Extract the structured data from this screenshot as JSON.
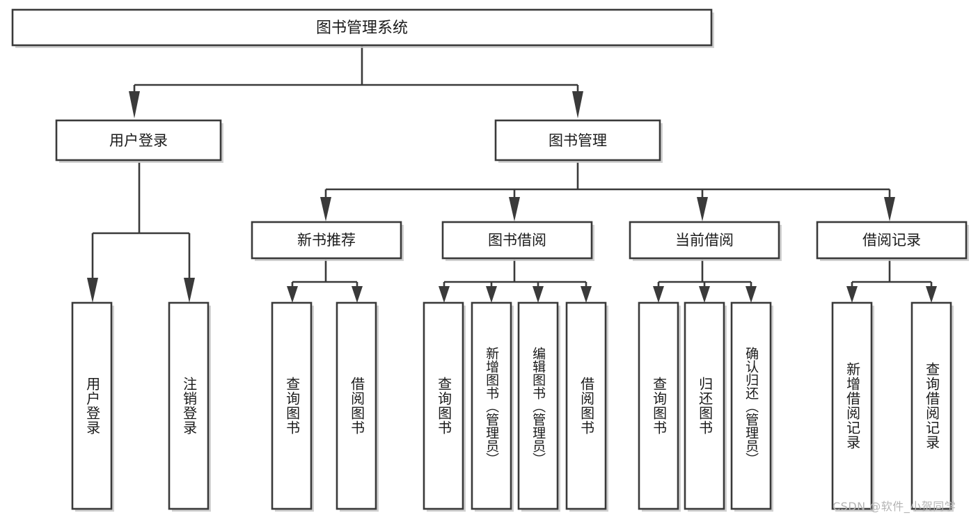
{
  "diagram": {
    "type": "tree",
    "title": "图书管理系统",
    "orientation": "top-down",
    "levels": 4
  },
  "root": {
    "label": "图书管理系统"
  },
  "level2": [
    {
      "id": "user-login",
      "label": "用户登录"
    },
    {
      "id": "book-manage",
      "label": "图书管理"
    }
  ],
  "level3": [
    {
      "id": "new-book-rec",
      "label": "新书推荐",
      "parent": "book-manage"
    },
    {
      "id": "book-borrow",
      "label": "图书借阅",
      "parent": "book-manage"
    },
    {
      "id": "current-borrow",
      "label": "当前借阅",
      "parent": "book-manage"
    },
    {
      "id": "borrow-record",
      "label": "借阅记录",
      "parent": "book-manage"
    }
  ],
  "leaves": [
    {
      "id": "leaf-user-login",
      "label": "用户登录",
      "parent": "user-login"
    },
    {
      "id": "leaf-user-logout",
      "label": "注销登录",
      "parent": "user-login"
    },
    {
      "id": "leaf-query-book-1",
      "label": "查询图书",
      "parent": "new-book-rec"
    },
    {
      "id": "leaf-borrow-book-1",
      "label": "借阅图书",
      "parent": "new-book-rec"
    },
    {
      "id": "leaf-query-book-2",
      "label": "查询图书",
      "parent": "book-borrow"
    },
    {
      "id": "leaf-add-book",
      "label": "新增图书（管理员）",
      "parent": "book-borrow"
    },
    {
      "id": "leaf-edit-book",
      "label": "编辑图书（管理员）",
      "parent": "book-borrow"
    },
    {
      "id": "leaf-borrow-book-2",
      "label": "借阅图书",
      "parent": "book-borrow"
    },
    {
      "id": "leaf-query-book-3",
      "label": "查询图书",
      "parent": "current-borrow"
    },
    {
      "id": "leaf-return-book",
      "label": "归还图书",
      "parent": "current-borrow"
    },
    {
      "id": "leaf-confirm-return",
      "label": "确认归还（管理员）",
      "parent": "current-borrow"
    },
    {
      "id": "leaf-add-record",
      "label": "新增借阅记录",
      "parent": "borrow-record"
    },
    {
      "id": "leaf-query-record",
      "label": "查询借阅记录",
      "parent": "borrow-record"
    }
  ],
  "watermark": {
    "text": "CSDN @软件_小贺同学"
  },
  "colors": {
    "stroke": "#3a3a3a",
    "fill": "#ffffff",
    "text": "#1b1b1b",
    "shadow": "#c9c9c9",
    "watermark": "#b4b4b4",
    "background": "#ffffff"
  }
}
